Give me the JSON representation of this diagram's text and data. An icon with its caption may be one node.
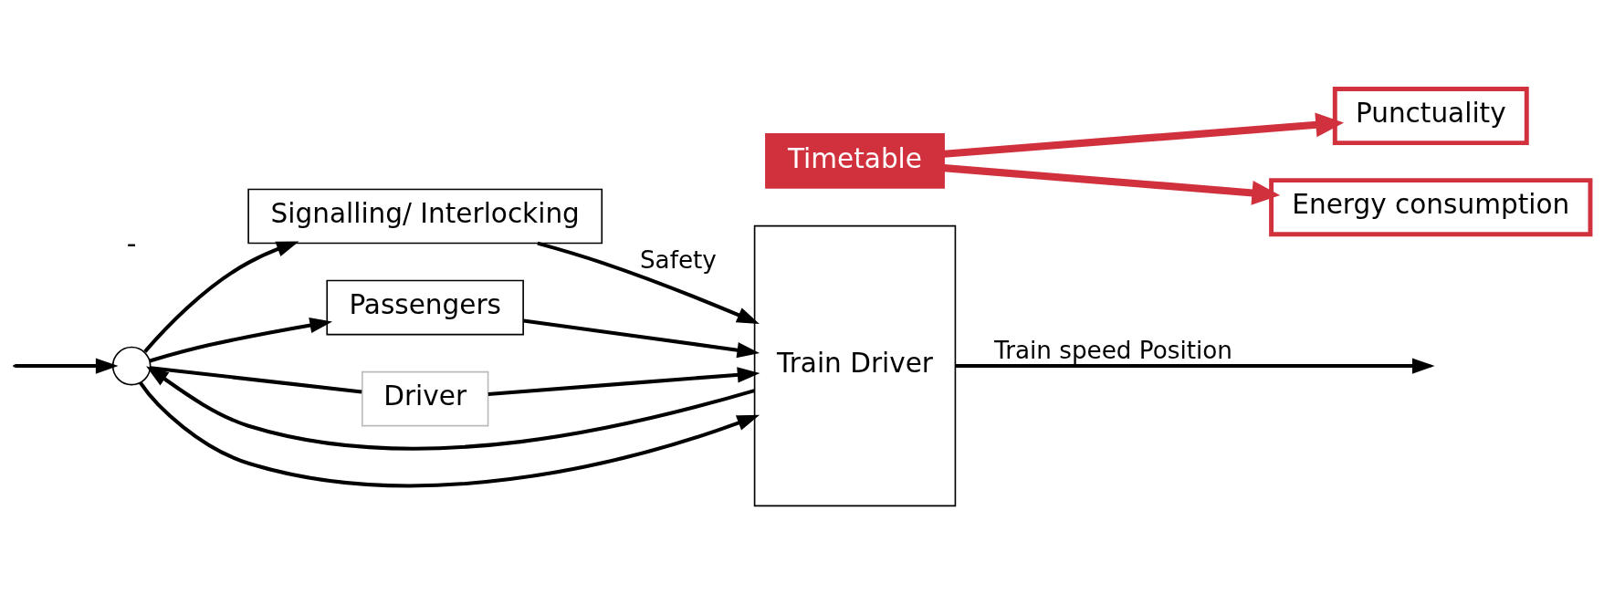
{
  "diagram": {
    "nodes": [
      {
        "text": [
          "Timetable"
        ]
      },
      {
        "text": [
          "Punctuality"
        ]
      },
      {
        "text": [],
        "shape": "circle"
      },
      {
        "text": [
          "Signalling/ Interlocking"
        ]
      },
      {
        "text": [
          "Passengers"
        ]
      },
      {
        "text": [
          "Driver"
        ]
      },
      {
        "text": [
          "Train Driver"
        ]
      },
      {
        "text": [
          "Energy consumption"
        ]
      }
    ],
    "edges": [
      {
        "from": null,
        "to": 2,
        "arrow": "to"
      },
      {
        "from": 2,
        "to": 6,
        "arrow": "to"
      },
      {
        "from": 2,
        "to": 3,
        "arrow": "to"
      },
      {
        "from": 2,
        "to": 4,
        "arrow": "to"
      },
      {
        "from": 2,
        "to": 5,
        "arrow": "none"
      },
      {
        "from": 3,
        "to": 6,
        "arrow": "to",
        "label": "Safety"
      },
      {
        "from": 4,
        "to": 6,
        "arrow": "to"
      },
      {
        "from": 5,
        "to": 6,
        "arrow": "to"
      },
      {
        "from": 6,
        "to": null,
        "arrow": "to",
        "label": "Train speed Position"
      },
      {
        "from": 6,
        "to": 2,
        "arrow": "to"
      },
      {
        "from": 0,
        "to": 1,
        "arrow": "to",
        "style": "thick",
        "color": "#d0313d"
      },
      {
        "from": 0,
        "to": 7,
        "arrow": "to",
        "style": "thick",
        "color": "#d0313d"
      }
    ],
    "labels": [
      "-"
    ]
  }
}
